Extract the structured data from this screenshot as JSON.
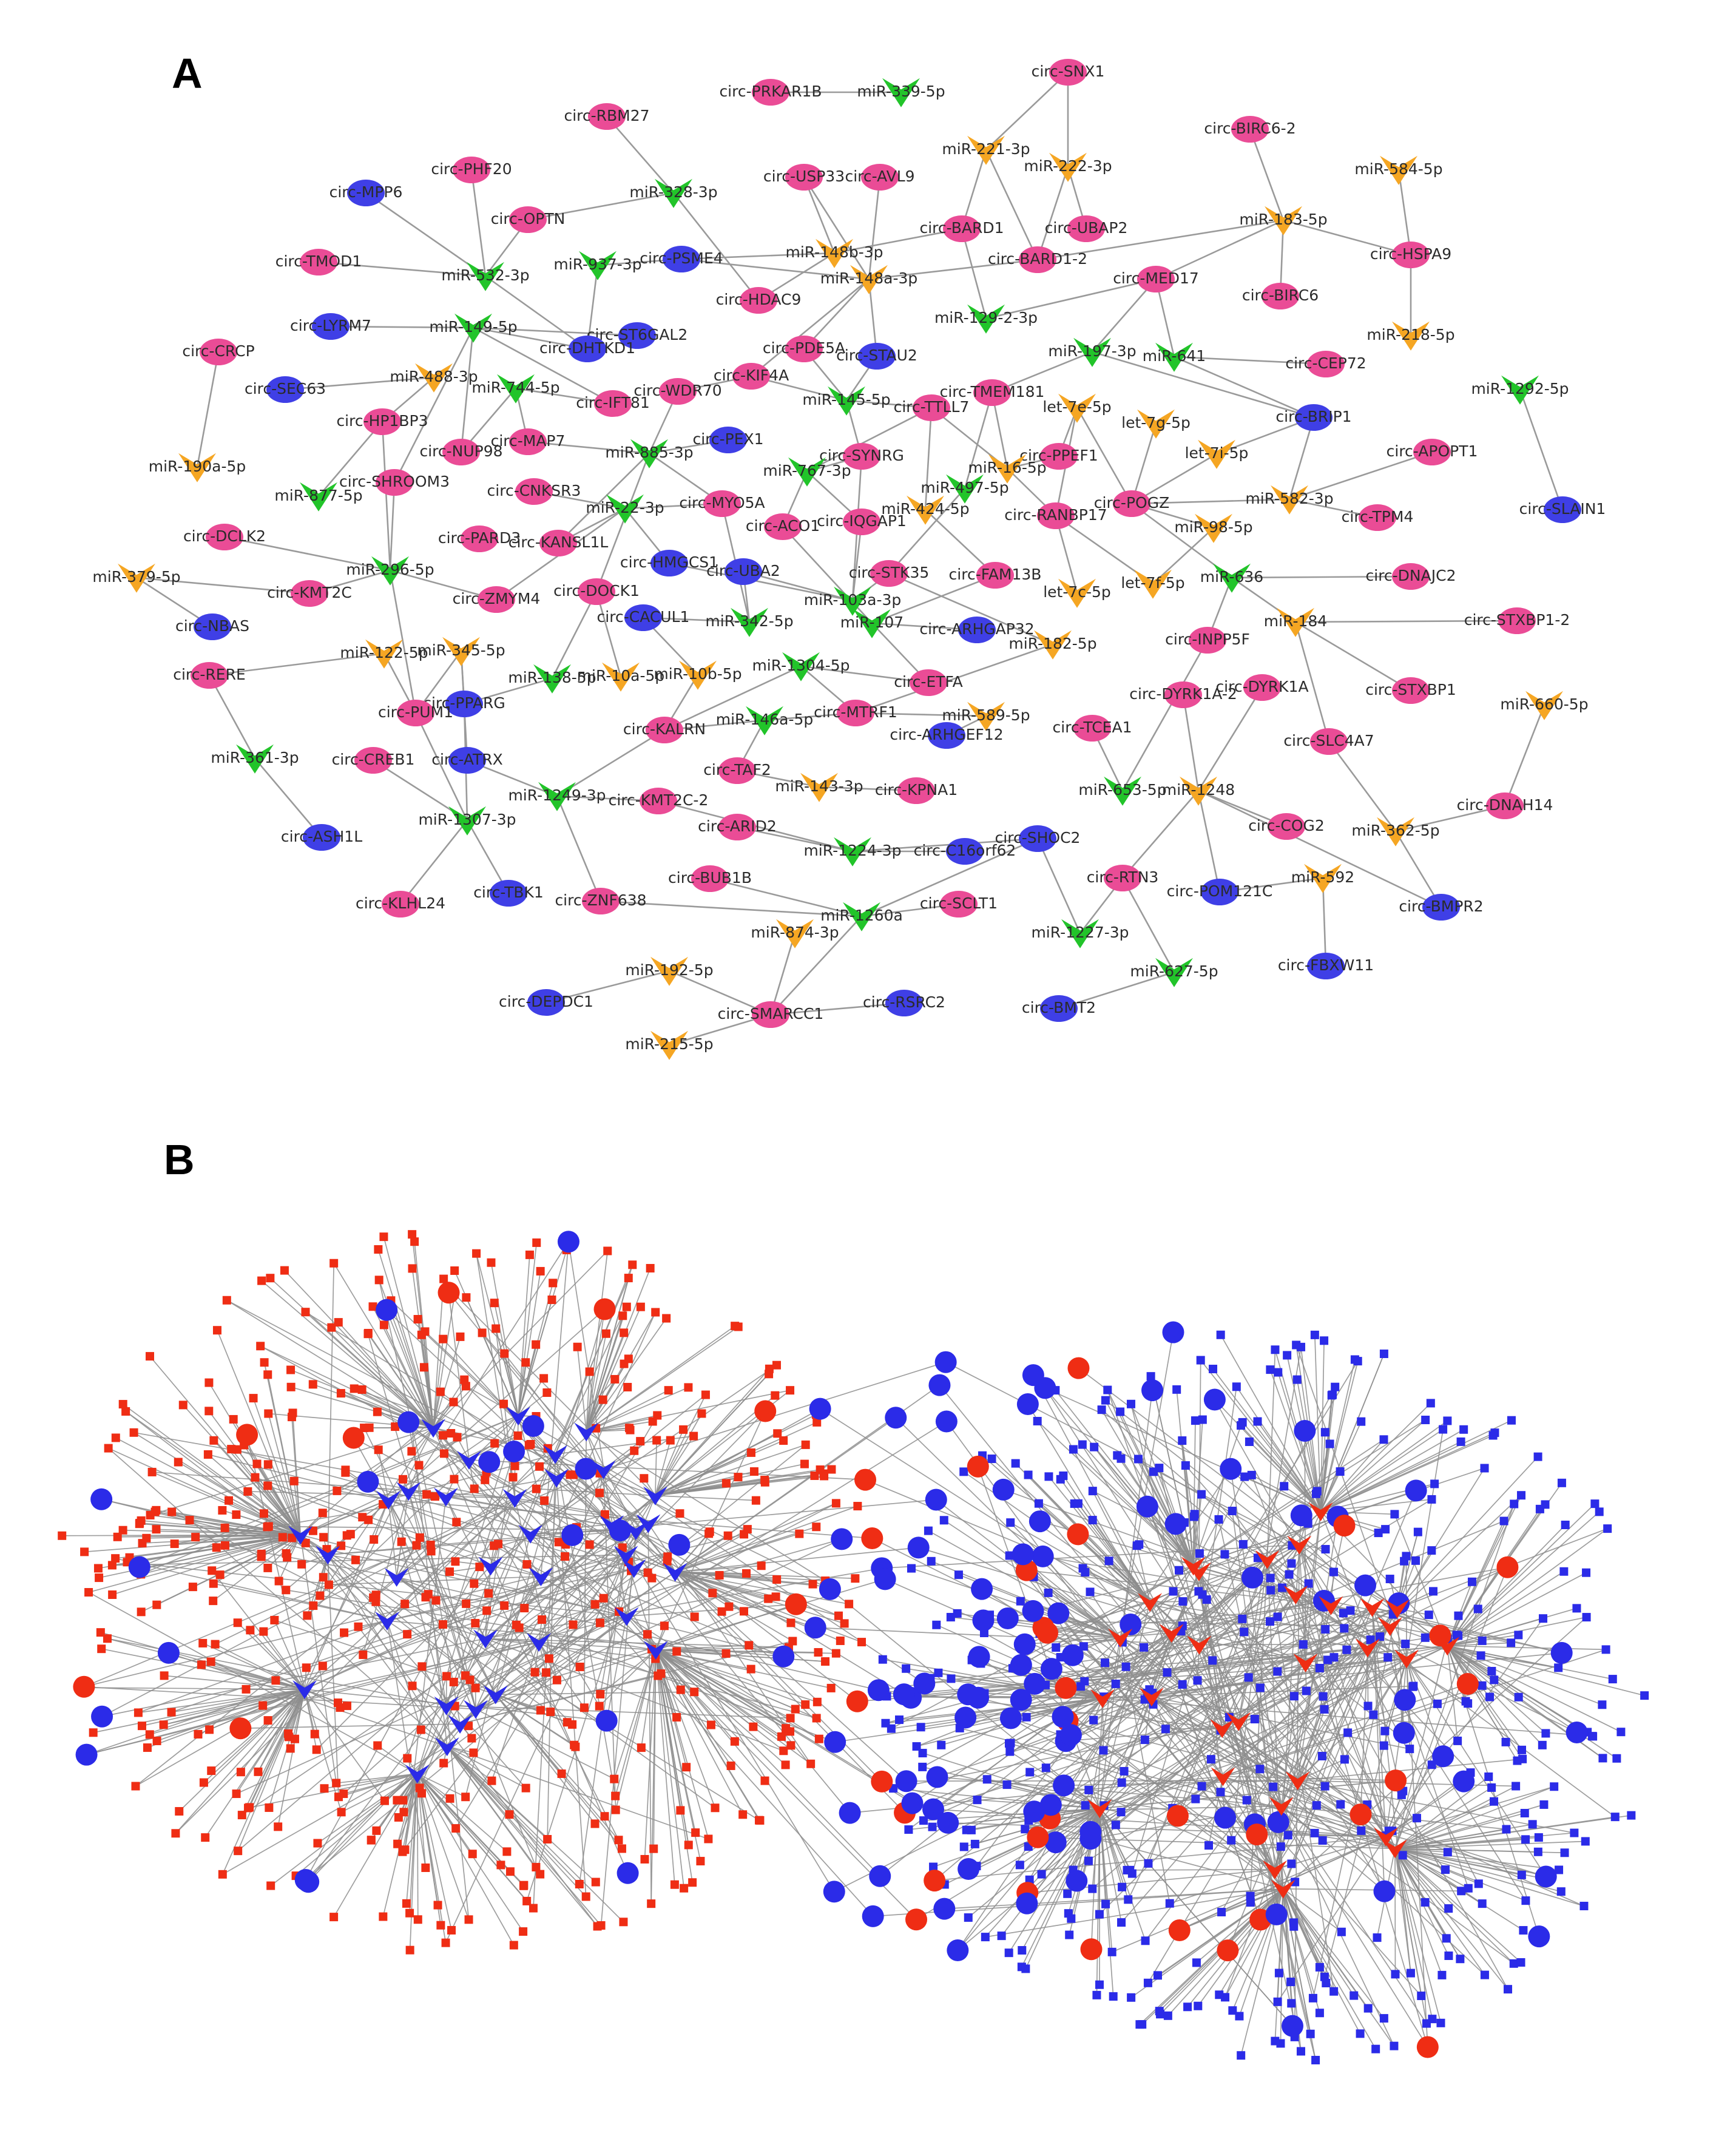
{
  "panels": [
    {
      "id": "A",
      "label": "A"
    },
    {
      "id": "B",
      "label": "B"
    }
  ],
  "colors": {
    "circ_up": "#ea4c96",
    "circ_down": "#3f3fe6",
    "mir_up": "#f5a623",
    "mir_down": "#22c42a",
    "edge": "#9a9a9a",
    "b_red": "#ef2d14",
    "b_blue": "#2b2be8"
  },
  "network_a": {
    "nodes": [
      {
        "id": "circ-SNX1",
        "kind": "circ_up"
      },
      {
        "id": "circ-PRKAR1B",
        "kind": "circ_up"
      },
      {
        "id": "miR-339-5p",
        "kind": "mir_down"
      },
      {
        "id": "circ-RBM27",
        "kind": "circ_up"
      },
      {
        "id": "miR-221-3p",
        "kind": "mir_up"
      },
      {
        "id": "miR-222-3p",
        "kind": "mir_up"
      },
      {
        "id": "circ-BIRC6-2",
        "kind": "circ_up"
      },
      {
        "id": "miR-584-5p",
        "kind": "mir_up"
      },
      {
        "id": "circ-PHF20",
        "kind": "circ_up"
      },
      {
        "id": "circ-MPP6",
        "kind": "circ_down"
      },
      {
        "id": "miR-328-3p",
        "kind": "mir_down"
      },
      {
        "id": "circ-USP33",
        "kind": "circ_up"
      },
      {
        "id": "circ-AVL9",
        "kind": "circ_up"
      },
      {
        "id": "circ-BARD1",
        "kind": "circ_up"
      },
      {
        "id": "circ-UBAP2",
        "kind": "circ_up"
      },
      {
        "id": "miR-183-5p",
        "kind": "mir_up"
      },
      {
        "id": "circ-OPTN",
        "kind": "circ_up"
      },
      {
        "id": "circ-HSPA9",
        "kind": "circ_up"
      },
      {
        "id": "circ-TMOD1",
        "kind": "circ_up"
      },
      {
        "id": "miR-532-3p",
        "kind": "mir_down"
      },
      {
        "id": "miR-937-3p",
        "kind": "mir_down"
      },
      {
        "id": "circ-PSME4",
        "kind": "circ_down"
      },
      {
        "id": "miR-148b-3p",
        "kind": "mir_up"
      },
      {
        "id": "circ-BARD1-2",
        "kind": "circ_up"
      },
      {
        "id": "circ-MED17",
        "kind": "circ_up"
      },
      {
        "id": "miR-148a-3p",
        "kind": "mir_up"
      },
      {
        "id": "circ-HDAC9",
        "kind": "circ_up"
      },
      {
        "id": "circ-BIRC6",
        "kind": "circ_up"
      },
      {
        "id": "circ-LYRM7",
        "kind": "circ_down"
      },
      {
        "id": "miR-149-5p",
        "kind": "mir_down"
      },
      {
        "id": "circ-ST6GAL2",
        "kind": "circ_down"
      },
      {
        "id": "circ-DHTKD1",
        "kind": "circ_down"
      },
      {
        "id": "miR-129-2-3p",
        "kind": "mir_down"
      },
      {
        "id": "miR-218-5p",
        "kind": "mir_up"
      },
      {
        "id": "circ-CRCP",
        "kind": "circ_up"
      },
      {
        "id": "circ-PDE5A",
        "kind": "circ_up"
      },
      {
        "id": "circ-STAU2",
        "kind": "circ_down"
      },
      {
        "id": "miR-197-3p",
        "kind": "mir_down"
      },
      {
        "id": "miR-641",
        "kind": "mir_down"
      },
      {
        "id": "circ-CEP72",
        "kind": "circ_up"
      },
      {
        "id": "circ-SEC63",
        "kind": "circ_down"
      },
      {
        "id": "miR-488-3p",
        "kind": "mir_up"
      },
      {
        "id": "miR-744-5p",
        "kind": "mir_down"
      },
      {
        "id": "circ-WDR70",
        "kind": "circ_up"
      },
      {
        "id": "circ-KIF4A",
        "kind": "circ_up"
      },
      {
        "id": "circ-TMEM181",
        "kind": "circ_up"
      },
      {
        "id": "miR-1292-5p",
        "kind": "mir_down"
      },
      {
        "id": "circ-IFT81",
        "kind": "circ_up"
      },
      {
        "id": "miR-145-5p",
        "kind": "mir_down"
      },
      {
        "id": "circ-TTLL7",
        "kind": "circ_up"
      },
      {
        "id": "let-7e-5p",
        "kind": "mir_up"
      },
      {
        "id": "circ-BRIP1",
        "kind": "circ_down"
      },
      {
        "id": "circ-HP1BP3",
        "kind": "circ_up"
      },
      {
        "id": "let-7g-5p",
        "kind": "mir_up"
      },
      {
        "id": "circ-NUP98",
        "kind": "circ_up"
      },
      {
        "id": "circ-MAP7",
        "kind": "circ_up"
      },
      {
        "id": "circ-PEX1",
        "kind": "circ_down"
      },
      {
        "id": "miR-885-3p",
        "kind": "mir_down"
      },
      {
        "id": "circ-SYNRG",
        "kind": "circ_up"
      },
      {
        "id": "circ-PPEF1",
        "kind": "circ_up"
      },
      {
        "id": "let-7i-5p",
        "kind": "mir_up"
      },
      {
        "id": "circ-APOPT1",
        "kind": "circ_up"
      },
      {
        "id": "miR-190a-5p",
        "kind": "mir_up"
      },
      {
        "id": "miR-767-3p",
        "kind": "mir_down"
      },
      {
        "id": "miR-16-5p",
        "kind": "mir_up"
      },
      {
        "id": "circ-SHROOM3",
        "kind": "circ_up"
      },
      {
        "id": "miR-877-5p",
        "kind": "mir_down"
      },
      {
        "id": "circ-CNKSR3",
        "kind": "circ_up"
      },
      {
        "id": "miR-22-3p",
        "kind": "mir_down"
      },
      {
        "id": "circ-MYO5A",
        "kind": "circ_up"
      },
      {
        "id": "miR-497-5p",
        "kind": "mir_down"
      },
      {
        "id": "circ-POGZ",
        "kind": "circ_up"
      },
      {
        "id": "miR-582-3p",
        "kind": "mir_up"
      },
      {
        "id": "miR-424-5p",
        "kind": "mir_up"
      },
      {
        "id": "circ-RANBP17",
        "kind": "circ_up"
      },
      {
        "id": "circ-SLAIN1",
        "kind": "circ_down"
      },
      {
        "id": "circ-TPM4",
        "kind": "circ_up"
      },
      {
        "id": "circ-DCLK2",
        "kind": "circ_up"
      },
      {
        "id": "circ-PARD3",
        "kind": "circ_up"
      },
      {
        "id": "circ-ACO1",
        "kind": "circ_up"
      },
      {
        "id": "circ-IQGAP1",
        "kind": "circ_up"
      },
      {
        "id": "circ-KANSL1L",
        "kind": "circ_up"
      },
      {
        "id": "miR-98-5p",
        "kind": "mir_up"
      },
      {
        "id": "miR-379-5p",
        "kind": "mir_up"
      },
      {
        "id": "miR-296-5p",
        "kind": "mir_down"
      },
      {
        "id": "circ-HMGCS1",
        "kind": "circ_down"
      },
      {
        "id": "circ-STK35",
        "kind": "circ_up"
      },
      {
        "id": "circ-FAM13B",
        "kind": "circ_up"
      },
      {
        "id": "circ-UBA2",
        "kind": "circ_down"
      },
      {
        "id": "let-7c-5p",
        "kind": "mir_up"
      },
      {
        "id": "let-7f-5p",
        "kind": "mir_up"
      },
      {
        "id": "miR-636",
        "kind": "mir_down"
      },
      {
        "id": "circ-DNAJC2",
        "kind": "circ_up"
      },
      {
        "id": "circ-KMT2C",
        "kind": "circ_up"
      },
      {
        "id": "circ-ZMYM4",
        "kind": "circ_up"
      },
      {
        "id": "circ-DOCK1",
        "kind": "circ_up"
      },
      {
        "id": "miR-103a-3p",
        "kind": "mir_down"
      },
      {
        "id": "circ-NBAS",
        "kind": "circ_down"
      },
      {
        "id": "circ-CACUL1",
        "kind": "circ_down"
      },
      {
        "id": "miR-342-5p",
        "kind": "mir_down"
      },
      {
        "id": "miR-107",
        "kind": "mir_down"
      },
      {
        "id": "circ-ARHGAP32",
        "kind": "circ_down"
      },
      {
        "id": "miR-184",
        "kind": "mir_up"
      },
      {
        "id": "circ-STXBP1-2",
        "kind": "circ_up"
      },
      {
        "id": "circ-INPP5F",
        "kind": "circ_up"
      },
      {
        "id": "miR-122-5p",
        "kind": "mir_up"
      },
      {
        "id": "miR-345-5p",
        "kind": "mir_up"
      },
      {
        "id": "miR-182-5p",
        "kind": "mir_up"
      },
      {
        "id": "circ-RERE",
        "kind": "circ_up"
      },
      {
        "id": "miR-138-5p",
        "kind": "mir_down"
      },
      {
        "id": "miR-10a-5p",
        "kind": "mir_up"
      },
      {
        "id": "miR-10b-5p",
        "kind": "mir_up"
      },
      {
        "id": "miR-1304-5p",
        "kind": "mir_down"
      },
      {
        "id": "circ-ETFA",
        "kind": "circ_up"
      },
      {
        "id": "circ-DYRK1A-2",
        "kind": "circ_up"
      },
      {
        "id": "circ-DYRK1A",
        "kind": "circ_up"
      },
      {
        "id": "circ-STXBP1",
        "kind": "circ_up"
      },
      {
        "id": "circ-PPARG",
        "kind": "circ_down"
      },
      {
        "id": "circ-PUM1",
        "kind": "circ_up"
      },
      {
        "id": "circ-KALRN",
        "kind": "circ_up"
      },
      {
        "id": "miR-146a-5p",
        "kind": "mir_down"
      },
      {
        "id": "circ-MTRF1",
        "kind": "circ_up"
      },
      {
        "id": "miR-589-5p",
        "kind": "mir_up"
      },
      {
        "id": "circ-TCEA1",
        "kind": "circ_up"
      },
      {
        "id": "miR-660-5p",
        "kind": "mir_up"
      },
      {
        "id": "miR-361-3p",
        "kind": "mir_down"
      },
      {
        "id": "circ-CREB1",
        "kind": "circ_up"
      },
      {
        "id": "circ-ATRX",
        "kind": "circ_down"
      },
      {
        "id": "circ-ARHGEF12",
        "kind": "circ_down"
      },
      {
        "id": "circ-SLC4A7",
        "kind": "circ_up"
      },
      {
        "id": "circ-TAF2",
        "kind": "circ_up"
      },
      {
        "id": "miR-1249-3p",
        "kind": "mir_down"
      },
      {
        "id": "miR-143-3p",
        "kind": "mir_up"
      },
      {
        "id": "circ-KPNA1",
        "kind": "circ_up"
      },
      {
        "id": "miR-653-5p",
        "kind": "mir_down"
      },
      {
        "id": "miR-1248",
        "kind": "mir_up"
      },
      {
        "id": "circ-KMT2C-2",
        "kind": "circ_up"
      },
      {
        "id": "miR-1307-3p",
        "kind": "mir_down"
      },
      {
        "id": "circ-DNAH14",
        "kind": "circ_up"
      },
      {
        "id": "circ-ARID2",
        "kind": "circ_up"
      },
      {
        "id": "circ-COG2",
        "kind": "circ_up"
      },
      {
        "id": "miR-362-5p",
        "kind": "mir_up"
      },
      {
        "id": "circ-ASH1L",
        "kind": "circ_down"
      },
      {
        "id": "circ-SHOC2",
        "kind": "circ_down"
      },
      {
        "id": "miR-1224-3p",
        "kind": "mir_down"
      },
      {
        "id": "circ-C16orf62",
        "kind": "circ_down"
      },
      {
        "id": "circ-BUB1B",
        "kind": "circ_up"
      },
      {
        "id": "circ-RTN3",
        "kind": "circ_up"
      },
      {
        "id": "miR-592",
        "kind": "mir_up"
      },
      {
        "id": "circ-KLHL24",
        "kind": "circ_up"
      },
      {
        "id": "circ-TBK1",
        "kind": "circ_down"
      },
      {
        "id": "circ-ZNF638",
        "kind": "circ_up"
      },
      {
        "id": "circ-POM121C",
        "kind": "circ_down"
      },
      {
        "id": "circ-BMPR2",
        "kind": "circ_down"
      },
      {
        "id": "circ-SCLT1",
        "kind": "circ_up"
      },
      {
        "id": "miR-1260a",
        "kind": "mir_down"
      },
      {
        "id": "miR-874-3p",
        "kind": "mir_up"
      },
      {
        "id": "miR-1227-3p",
        "kind": "mir_down"
      },
      {
        "id": "circ-FBXW11",
        "kind": "circ_down"
      },
      {
        "id": "miR-192-5p",
        "kind": "mir_up"
      },
      {
        "id": "miR-627-5p",
        "kind": "mir_down"
      },
      {
        "id": "circ-DEPDC1",
        "kind": "circ_down"
      },
      {
        "id": "circ-SMARCC1",
        "kind": "circ_up"
      },
      {
        "id": "circ-RSRC2",
        "kind": "circ_down"
      },
      {
        "id": "circ-BMT2",
        "kind": "circ_down"
      },
      {
        "id": "miR-215-5p",
        "kind": "mir_up"
      }
    ]
  }
}
